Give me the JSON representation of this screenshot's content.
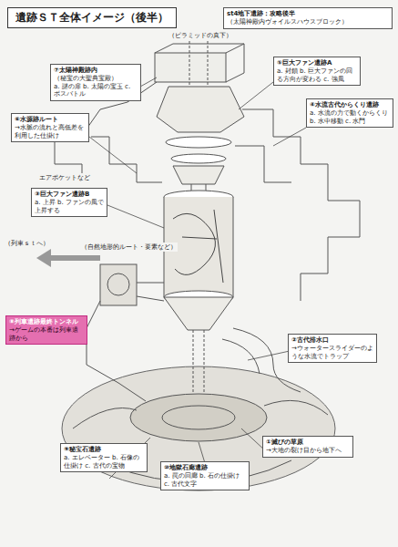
{
  "diagram": {
    "title": "遺跡ＳＴ全体イメージ（後半）",
    "nodes": [
      {
        "text": [
          "st4地下遺跡：攻略後半",
          "（太陽神殿内ヴォイルスハウスブロック）"
        ]
      },
      {
        "text": [
          "⑦太陽神殿跡内",
          "（秘宝の大聖典宝殿）",
          "a. 謎の扉 b. 太陽の宝玉 c. ボスバトル"
        ]
      },
      {
        "text": [
          "⑥水源跡ルート",
          "→水脈の流れと高低差を利用した仕掛け"
        ]
      },
      {
        "text": [
          "⑤巨大ファン遺跡A",
          "a. 封鎖 b. 巨大ファンの回る方向が変わる c. 強風"
        ]
      },
      {
        "text": [
          "④水流古代からくり遺跡",
          "a. 水流の力で動くからくり b. 水中移動 c. 水門"
        ]
      },
      {
        "text": [
          "③巨大ファン遺跡B",
          "a. 上昇 b. ファンの風で上昇する"
        ]
      },
      {
        "text": [
          "⑧列車遺跡最終トンネル",
          "→ゲームの本番は列車遺跡から"
        ]
      },
      {
        "text": [
          "②古代排水口",
          "→ウォータースライダーのような水流でトラップ"
        ]
      },
      {
        "text": [
          "⑨秘宝石遺跡",
          "a. エレベーター b. 石像の仕掛け c. 古代の宝物"
        ]
      },
      {
        "text": [
          "⑩地獄石廊遺跡",
          "a. 罠の回廊 b. 石の仕掛け c. 古代文字"
        ]
      },
      {
        "text": [
          "①滅びの草原",
          "→大地の裂け目から地下へ"
        ]
      }
    ],
    "edges": [],
    "labels": [
      "（ピラミッドの真下）",
      "エアポケットなど",
      "（自然地形的ルート・要素など）",
      "（列車ｓｔへ）"
    ]
  }
}
